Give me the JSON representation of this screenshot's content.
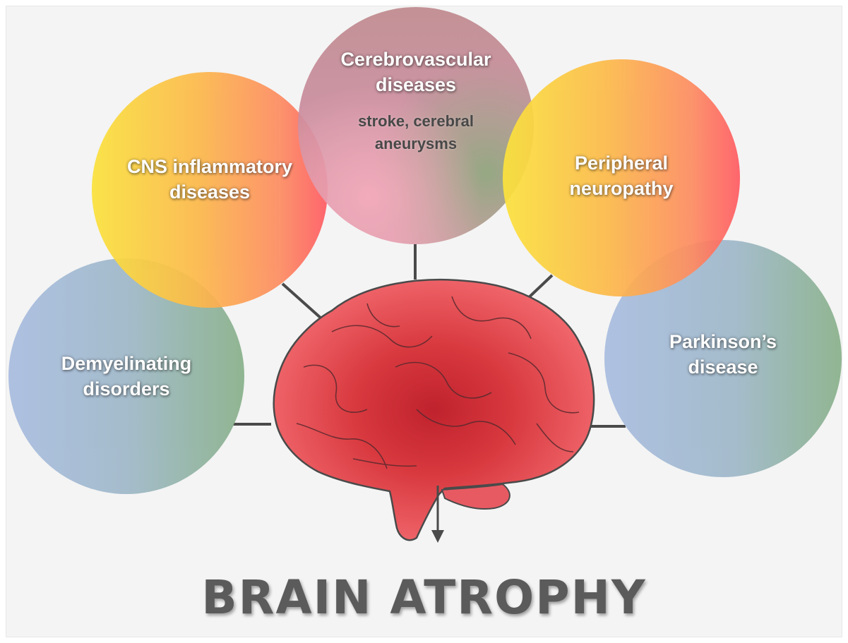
{
  "diagram": {
    "title": "BRAIN ATROPHY",
    "nodes": [
      {
        "id": "cerebrovascular",
        "label": "Cerebrovascular\ndiseases",
        "sublabel": "stroke, cerebral\naneurysms"
      },
      {
        "id": "cns",
        "label": "CNS inflammatory\ndiseases"
      },
      {
        "id": "peripheral",
        "label": "Peripheral\nneuropathy"
      },
      {
        "id": "demyelinating",
        "label": "Demyelinating\ndisorders"
      },
      {
        "id": "parkinsons",
        "label": "Parkinson’s\ndisease"
      }
    ],
    "center": {
      "name": "brain"
    },
    "colors": {
      "warm_gradient": [
        "#fbe23d",
        "#fd8c62",
        "#ff5b63"
      ],
      "cool_gradient": [
        "#a9bde0",
        "#89b18a"
      ],
      "brain_fill": "#f26a6f",
      "brain_core": "#c0222d",
      "title_color": "#5b5b5b",
      "connector_color": "#4a4a4a"
    }
  }
}
